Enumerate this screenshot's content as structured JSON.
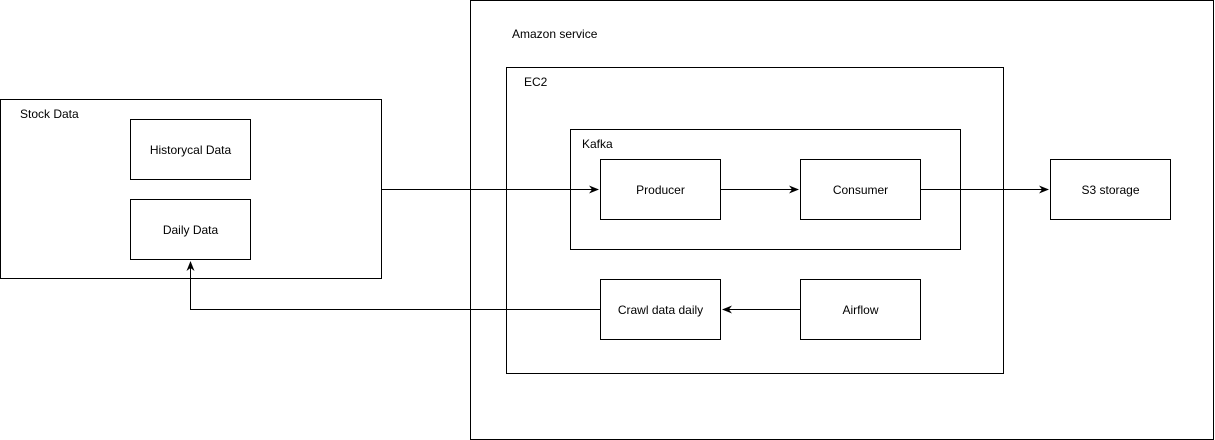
{
  "containers": {
    "amazon_service": {
      "label": "Amazon service"
    },
    "ec2": {
      "label": "EC2"
    },
    "kafka": {
      "label": "Kafka"
    },
    "stock_data": {
      "label": "Stock Data"
    }
  },
  "nodes": {
    "historical_data": "Historycal Data",
    "daily_data": "Daily Data",
    "producer": "Producer",
    "consumer": "Consumer",
    "s3_storage": "S3 storage",
    "crawl_data_daily": "Crawl data daily",
    "airflow": "Airflow"
  },
  "edges": [
    {
      "from": "stock-data-container",
      "to": "producer-node"
    },
    {
      "from": "producer-node",
      "to": "consumer-node"
    },
    {
      "from": "consumer-node",
      "to": "s3-storage-node"
    },
    {
      "from": "airflow-node",
      "to": "crawl-data-daily-node"
    },
    {
      "from": "crawl-data-daily-node",
      "to": "daily-data-node"
    }
  ],
  "colors": {
    "stroke": "#000000",
    "background": "#ffffff"
  }
}
